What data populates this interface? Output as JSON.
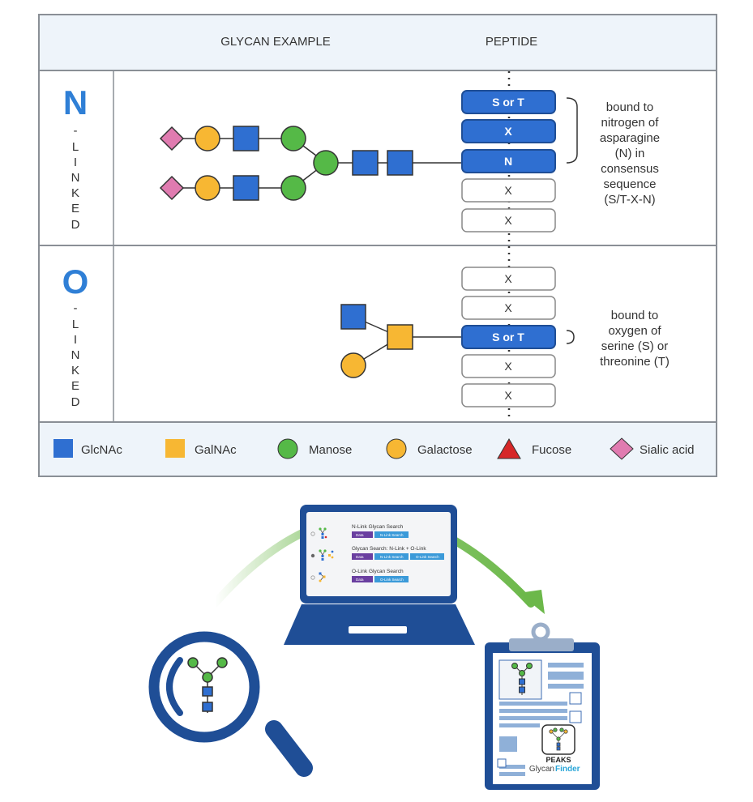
{
  "header": {
    "glycan_col": "GLYCAN EXAMPLE",
    "peptide_col": "PEPTIDE"
  },
  "n_linked": {
    "letter": "N",
    "side_letters": [
      "-",
      "L",
      "I",
      "N",
      "K",
      "E",
      "D"
    ],
    "peptide": [
      "S or T",
      "X",
      "N",
      "X",
      "X"
    ],
    "note": [
      "bound to",
      "nitrogen of",
      "asparagine",
      "(N) in",
      "consensus",
      "sequence",
      "(S/T-X-N)"
    ]
  },
  "o_linked": {
    "letter": "O",
    "side_letters": [
      "-",
      "L",
      "I",
      "N",
      "K",
      "E",
      "D"
    ],
    "peptide": [
      "X",
      "X",
      "S or T",
      "X",
      "X"
    ],
    "note": [
      "bound to",
      "oxygen of",
      "serine (S) or",
      "threonine (T)"
    ]
  },
  "legend": [
    {
      "label": "GlcNAc",
      "shape": "square",
      "color": "#2f6fd1"
    },
    {
      "label": "GalNAc",
      "shape": "square",
      "color": "#f7b733"
    },
    {
      "label": "Manose",
      "shape": "circle",
      "color": "#55b947"
    },
    {
      "label": "Galactose",
      "shape": "circle",
      "color": "#f7b733"
    },
    {
      "label": "Fucose",
      "shape": "triangle",
      "color": "#d62728"
    },
    {
      "label": "Sialic acid",
      "shape": "diamond",
      "color": "#e07bb0"
    }
  ],
  "laptop_menu": [
    {
      "title": "N-Link Glycan Search",
      "tag": "Data",
      "btn": "N-Link Search"
    },
    {
      "title": "Glycan Search: N-Link + O-Link",
      "tag": "Data",
      "btn": "N-Link Search",
      "btn2": "O-Link Search"
    },
    {
      "title": "O-Link Glycan Search",
      "tag": "Data",
      "btn": "O-Link Search"
    }
  ],
  "clipboard_logo": {
    "line1": "PEAKS",
    "line2a": "Glycan",
    "line2b": "Finder"
  },
  "colors": {
    "glcnac": "#2f6fd1",
    "galnac": "#f7b733",
    "mannose": "#55b947",
    "galactose": "#f7b733",
    "sialic": "#e07bb0",
    "fucose": "#d62728",
    "navy": "#1f4e96",
    "header_bg": "#eef4fa",
    "linked_letter": "#2f7fd6",
    "arrow_green": "#6cb84a"
  }
}
